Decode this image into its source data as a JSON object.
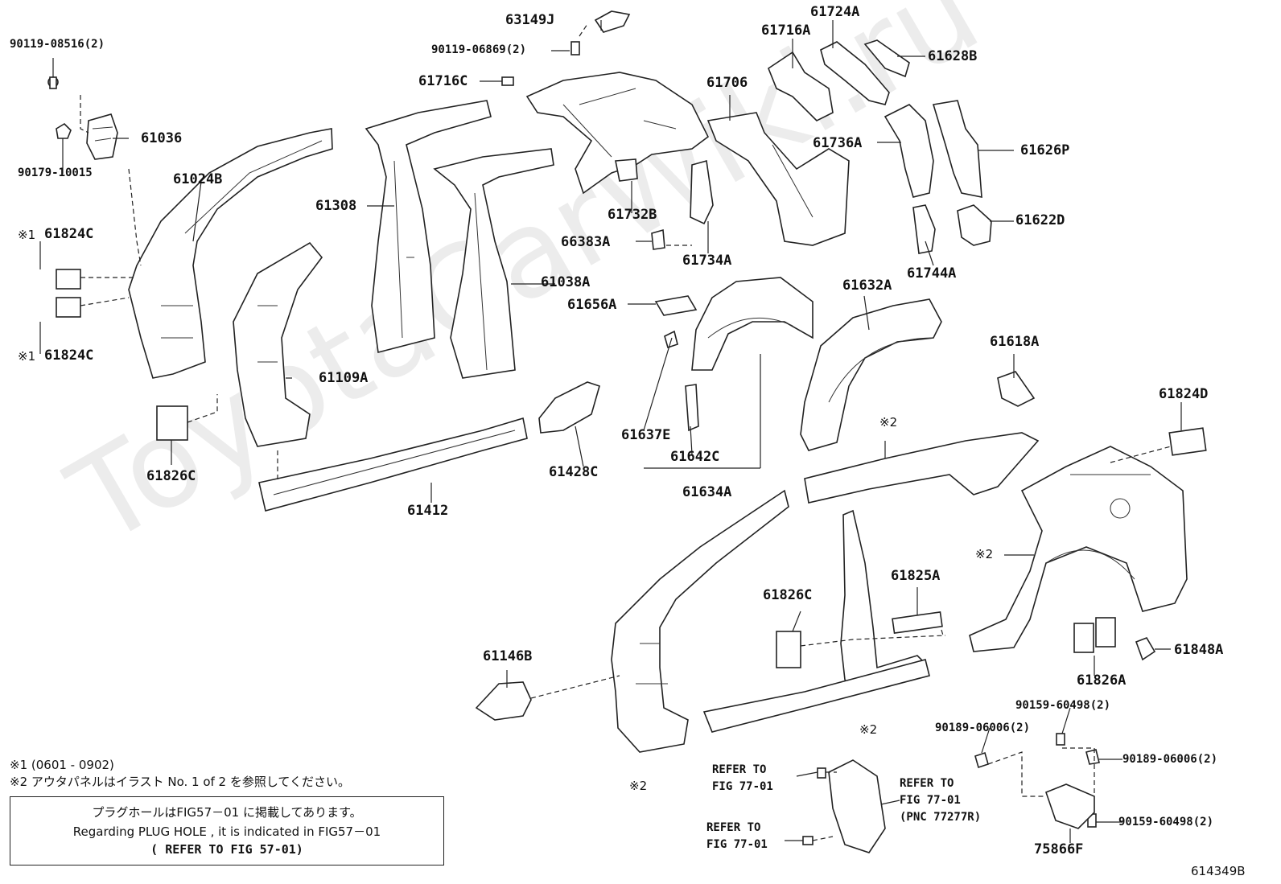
{
  "watermark": "ToyotaCarWiki.ru",
  "labels": {
    "p90119_08516": "90119-08516(2)",
    "p61036": "61036",
    "p90179_10015": "90179-10015",
    "p61024b": "61024B",
    "p61824c_1": "61824C",
    "p61824c_2": "61824C",
    "p61308": "61308",
    "p61109a": "61109A",
    "p61826c_1": "61826C",
    "p61038a": "61038A",
    "p61412": "61412",
    "p63149j": "63149J",
    "p90119_06869": "90119-06869(2)",
    "p61716c": "61716C",
    "p61732b": "61732B",
    "p66383a": "66383A",
    "p61734a": "61734A",
    "p61706": "61706",
    "p61716a": "61716A",
    "p61724a": "61724A",
    "p61628b": "61628B",
    "p61736a": "61736A",
    "p61626p": "61626P",
    "p61622d": "61622D",
    "p61744a": "61744A",
    "p61656a": "61656A",
    "p61632a": "61632A",
    "p61637e": "61637E",
    "p61642c": "61642C",
    "p61634a": "61634A",
    "p61428c": "61428C",
    "p61618a": "61618A",
    "p61824d": "61824D",
    "p61146b": "61146B",
    "p61826c_2": "61826C",
    "p61825a": "61825A",
    "p61848a": "61848A",
    "p61826a": "61826A",
    "p90159_60498_1": "90159-60498(2)",
    "p90189_06006_1": "90189-06006(2)",
    "p90189_06006_2": "90189-06006(2)",
    "p90159_60498_2": "90159-60498(2)",
    "p75866f": "75866F"
  },
  "marks": {
    "m1a": "※1",
    "m1b": "※1",
    "m2_top": "※2",
    "m2_right": "※2",
    "m2_mid": "※2",
    "m2_bottom": "※2"
  },
  "refs": {
    "ref1_l1": "REFER TO",
    "ref1_l2": "FIG 77-01",
    "ref2_l1": "REFER TO",
    "ref2_l2": "FIG 77-01",
    "ref2_l3": "(PNC 77277R)",
    "ref3_l1": "REFER TO",
    "ref3_l2": "FIG 77-01"
  },
  "notes": {
    "n1": "※1 (0601 - 0902)",
    "n2": "※2 アウタパネルはイラスト No. 1 of 2 を参照してください。"
  },
  "notice": {
    "line1": "プラグホールはFIG57－01 に掲載してあります。",
    "line2": "Regarding PLUG HOLE , it is indicated in FIG57－01",
    "line3": "( REFER TO FIG 57-01)"
  },
  "figure_id": "614349B"
}
